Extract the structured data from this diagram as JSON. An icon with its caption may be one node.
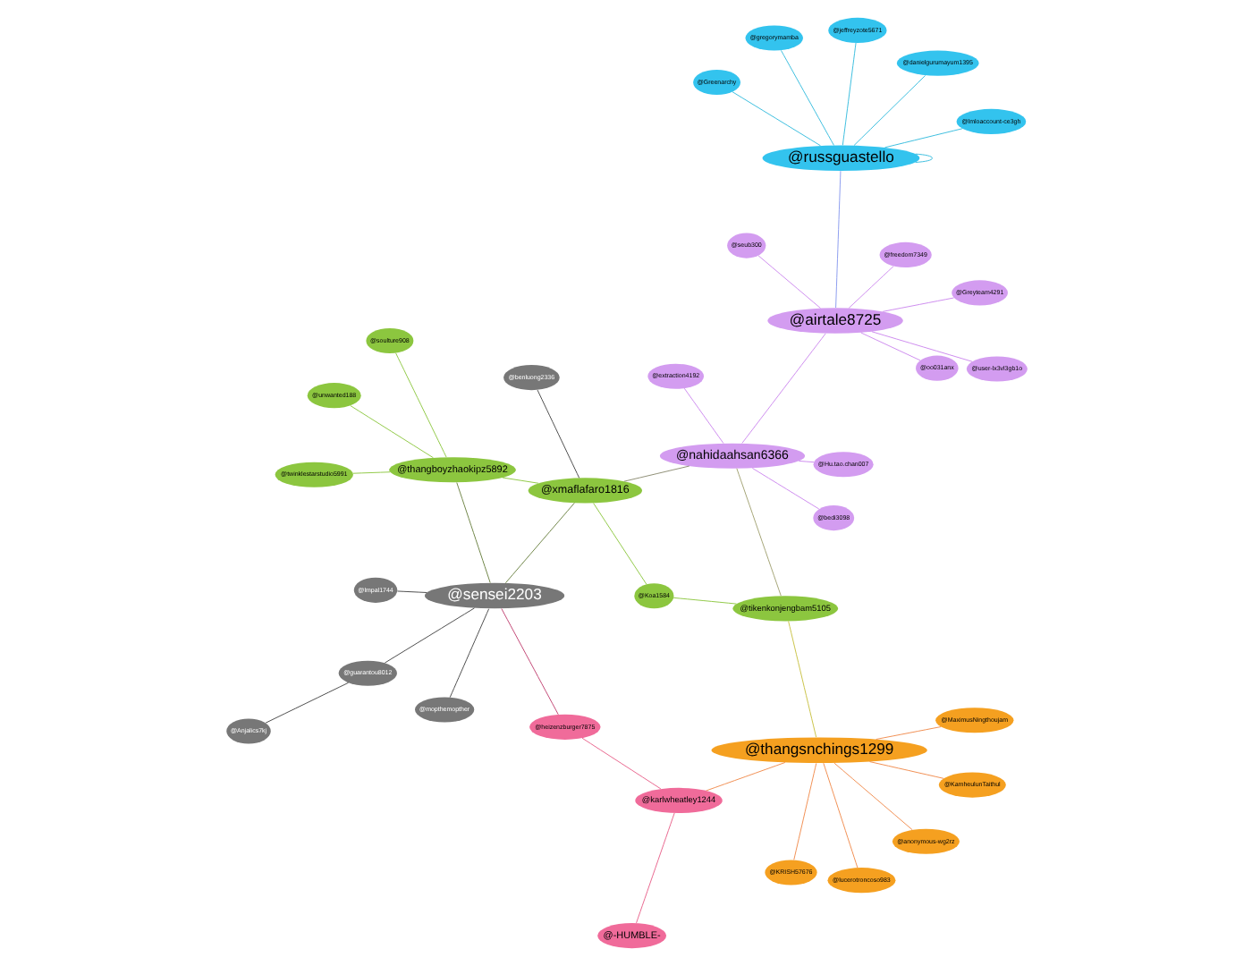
{
  "diagram": {
    "nodes": [
      {
        "text": [
          "@thangsnchings1299"
        ]
      },
      {
        "text": [
          "@MaximusNingthoujam"
        ]
      },
      {
        "text": [
          "@anonymous-wg2rz"
        ]
      },
      {
        "text": [
          "@KRISH57676"
        ]
      },
      {
        "text": [
          "@KamheulunTaithul"
        ]
      },
      {
        "text": [
          "@lucerotroncoso983"
        ]
      },
      {
        "text": [
          "@-HUMBLE-"
        ]
      },
      {
        "text": [
          "@karlwheatley1244"
        ]
      },
      {
        "text": [
          "@heizenzburger7875"
        ]
      },
      {
        "text": [
          "@tikenkonjengbam5105"
        ]
      },
      {
        "text": [
          "@mopthemopther"
        ]
      },
      {
        "text": [
          "@Anjalics7kj"
        ]
      },
      {
        "text": [
          "@Koa1584"
        ]
      },
      {
        "text": [
          "@Hu.tao.chan007"
        ]
      },
      {
        "text": [
          "@extraction4192"
        ]
      },
      {
        "text": [
          "@bedi3098"
        ]
      },
      {
        "text": [
          "@guarantou8012"
        ]
      },
      {
        "text": [
          "@benluong2336"
        ]
      },
      {
        "text": [
          "@nahidaahsan6366"
        ]
      },
      {
        "text": [
          "@lmpal1744"
        ]
      },
      {
        "text": [
          "@xmaflafaro1816"
        ]
      },
      {
        "text": [
          "@thangboyzhaokipz5892"
        ]
      },
      {
        "text": [
          "@Greyteam4291"
        ]
      },
      {
        "text": [
          "@freedom7349"
        ]
      },
      {
        "text": [
          "@unwanted188"
        ]
      },
      {
        "text": [
          "@twinklestarstudio5991"
        ]
      },
      {
        "text": [
          "@soulture908"
        ]
      },
      {
        "text": [
          "@airtale8725"
        ]
      },
      {
        "text": [
          "@oo031anx"
        ]
      },
      {
        "text": [
          "@user-lx3vl3gb1o"
        ]
      },
      {
        "text": [
          "@seub300"
        ]
      },
      {
        "text": [
          "@sensei2203"
        ]
      },
      {
        "text": [
          "@Greenarchy"
        ]
      },
      {
        "text": [
          "@gregorymamba"
        ]
      },
      {
        "text": [
          "@danielgurumayum1395"
        ]
      },
      {
        "text": [
          "@lmloaccount-ce3gh"
        ]
      },
      {
        "text": [
          "@jeffreyzote5671"
        ]
      },
      {
        "text": [
          "@russguastello"
        ]
      }
    ],
    "edges": [
      {
        "from": 0,
        "to": 1,
        "arrow": "none",
        "color": "#f08a4b"
      },
      {
        "from": 0,
        "to": 2,
        "arrow": "none",
        "color": "#f08a4b"
      },
      {
        "from": 0,
        "to": 3,
        "arrow": "none",
        "color": "#f08a4b"
      },
      {
        "from": 0,
        "to": 4,
        "arrow": "none",
        "color": "#f08a4b"
      },
      {
        "from": 0,
        "to": 5,
        "arrow": "none",
        "color": "#f08a4b"
      },
      {
        "from": 0,
        "to": 7,
        "arrow": "none",
        "color": "#f08a4b"
      },
      {
        "from": 0,
        "to": 9,
        "arrow": "none",
        "color": "#c8c040"
      },
      {
        "from": 6,
        "to": 7,
        "arrow": "none",
        "color": "#e8608a"
      },
      {
        "from": 7,
        "to": 8,
        "arrow": "none",
        "color": "#e8608a"
      },
      {
        "from": 8,
        "to": 31,
        "arrow": "none",
        "color": "#c04070"
      },
      {
        "from": 11,
        "to": 16,
        "arrow": "none",
        "color": "#444444"
      },
      {
        "from": 16,
        "to": 31,
        "arrow": "none",
        "color": "#444444"
      },
      {
        "from": 10,
        "to": 31,
        "arrow": "none",
        "color": "#444444"
      },
      {
        "from": 19,
        "to": 31,
        "arrow": "none",
        "color": "#444444"
      },
      {
        "from": 17,
        "to": 20,
        "arrow": "none",
        "color": "#444444"
      },
      {
        "from": 20,
        "to": 31,
        "arrow": "none",
        "color": "#6a8040"
      },
      {
        "from": 21,
        "to": 31,
        "arrow": "none",
        "color": "#6a8040"
      },
      {
        "from": 20,
        "to": 18,
        "arrow": "none",
        "color": "#8a8a70"
      },
      {
        "from": 9,
        "to": 12,
        "arrow": "none",
        "color": "#8cc63f"
      },
      {
        "from": 12,
        "to": 20,
        "arrow": "none",
        "color": "#8cc63f"
      },
      {
        "from": 9,
        "to": 18,
        "arrow": "none",
        "color": "#a0a070"
      },
      {
        "from": 20,
        "to": 21,
        "arrow": "none",
        "color": "#8cc63f"
      },
      {
        "from": 21,
        "to": 24,
        "arrow": "none",
        "color": "#8cc63f"
      },
      {
        "from": 21,
        "to": 25,
        "arrow": "none",
        "color": "#8cc63f"
      },
      {
        "from": 21,
        "to": 26,
        "arrow": "none",
        "color": "#8cc63f"
      },
      {
        "from": 18,
        "to": 13,
        "arrow": "none",
        "color": "#cc88ee"
      },
      {
        "from": 18,
        "to": 14,
        "arrow": "none",
        "color": "#cc88ee"
      },
      {
        "from": 18,
        "to": 15,
        "arrow": "none",
        "color": "#cc88ee"
      },
      {
        "from": 18,
        "to": 27,
        "arrow": "none",
        "color": "#cc88ee"
      },
      {
        "from": 27,
        "to": 22,
        "arrow": "none",
        "color": "#cc88ee"
      },
      {
        "from": 27,
        "to": 23,
        "arrow": "none",
        "color": "#cc88ee"
      },
      {
        "from": 27,
        "to": 28,
        "arrow": "none",
        "color": "#cc88ee"
      },
      {
        "from": 27,
        "to": 29,
        "arrow": "none",
        "color": "#cc88ee"
      },
      {
        "from": 27,
        "to": 30,
        "arrow": "none",
        "color": "#cc88ee"
      },
      {
        "from": 27,
        "to": 37,
        "arrow": "none",
        "color": "#8899ee"
      },
      {
        "from": 37,
        "to": 32,
        "arrow": "none",
        "color": "#33bbdd"
      },
      {
        "from": 37,
        "to": 33,
        "arrow": "none",
        "color": "#33bbdd"
      },
      {
        "from": 37,
        "to": 34,
        "arrow": "none",
        "color": "#33bbdd"
      },
      {
        "from": 37,
        "to": 35,
        "arrow": "none",
        "color": "#33bbdd"
      },
      {
        "from": 37,
        "to": 36,
        "arrow": "none",
        "color": "#33bbdd"
      },
      {
        "from": 37,
        "to": 37,
        "arrow": "none",
        "color": "#33bbdd"
      }
    ]
  }
}
